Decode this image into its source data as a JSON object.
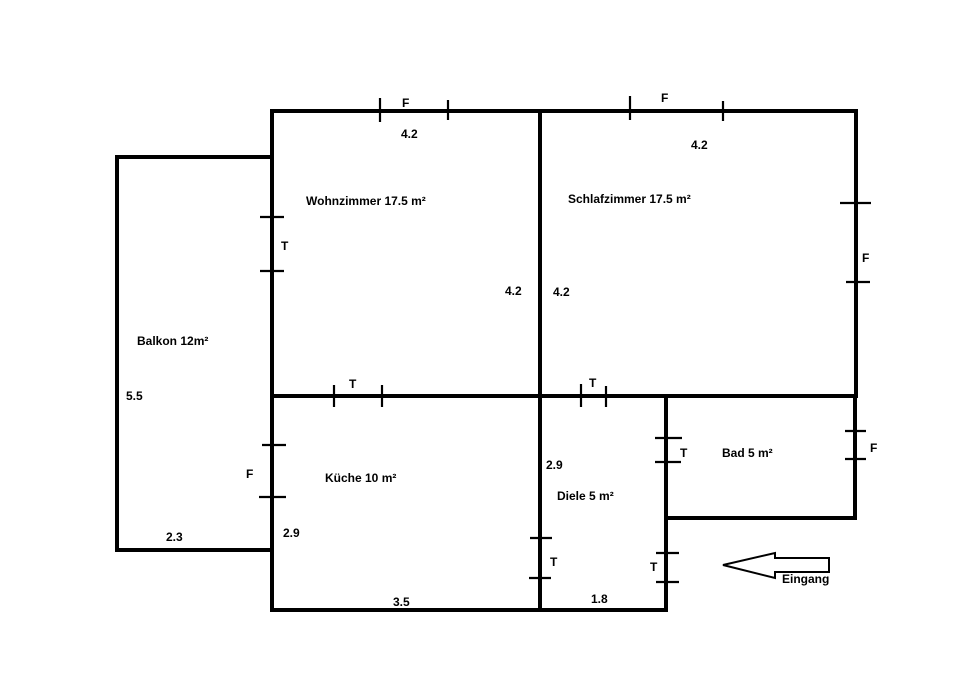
{
  "rooms": {
    "wohnzimmer": "Wohnzimmer 17.5 m²",
    "schlafzimmer": "Schlafzimmer 17.5 m²",
    "balkon": "Balkon 12m²",
    "kueche": "Küche 10 m²",
    "diele": "Diele 5 m²",
    "bad": "Bad 5 m²"
  },
  "dimensions": {
    "wohn_top": "4.2",
    "wohn_right": "4.2",
    "schlaf_top": "4.2",
    "schlaf_left": "4.2",
    "balkon_height": "5.5",
    "balkon_width": "2.3",
    "kueche_height": "2.9",
    "kueche_width": "3.5",
    "diele_height": "2.9",
    "diele_width": "1.8"
  },
  "markers": {
    "window": "F",
    "door": "T"
  },
  "entrance_label": "Eingang"
}
